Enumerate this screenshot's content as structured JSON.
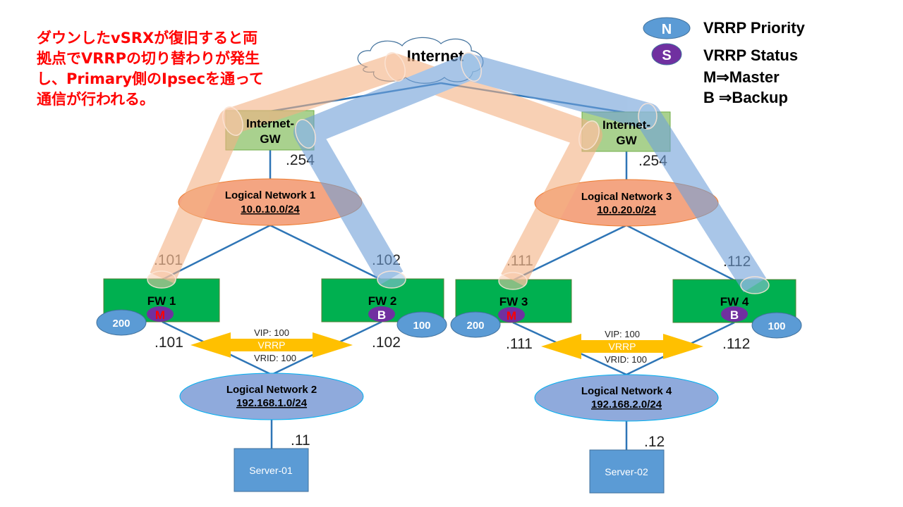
{
  "note": {
    "lines": [
      "ダウンしたvSRXが復旧すると両",
      "拠点でVRRPの切り替わりが発生",
      "し、Primary側のIpsecを通って",
      "通信が行われる。"
    ],
    "color": "#ff0000"
  },
  "legend": {
    "priority_badge": "N",
    "priority_label": "VRRP Priority",
    "status_badge": "S",
    "status_label": "VRRP Status",
    "master_label": "M⇒Master",
    "backup_label": "B ⇒Backup"
  },
  "internet": {
    "label": "Internet"
  },
  "sites": [
    {
      "gw": {
        "line1": "Internet-",
        "line2": "GW",
        "ip": ".254"
      },
      "upper_network": {
        "name": "Logical Network 1",
        "subnet": "10.0.10.0/24"
      },
      "fw_a": {
        "name": "FW 1",
        "status": "M",
        "priority": "200",
        "upper_ip": ".101",
        "lower_ip": ".101"
      },
      "fw_b": {
        "name": "FW 2",
        "status": "B",
        "priority": "100",
        "upper_ip": ".102",
        "lower_ip": ".102"
      },
      "vrrp": {
        "vip": "VIP: 100",
        "label": "VRRP",
        "vrid": "VRID: 100"
      },
      "lower_network": {
        "name": "Logical Network 2",
        "subnet": "192.168.1.0/24"
      },
      "server": {
        "name": "Server-01",
        "ip": ".11"
      }
    },
    {
      "gw": {
        "line1": "Internet-",
        "line2": "GW",
        "ip": ".254"
      },
      "upper_network": {
        "name": "Logical Network 3",
        "subnet": "10.0.20.0/24"
      },
      "fw_a": {
        "name": "FW 3",
        "status": "M",
        "priority": "200",
        "upper_ip": ".111",
        "lower_ip": ".111"
      },
      "fw_b": {
        "name": "FW 4",
        "status": "B",
        "priority": "100",
        "upper_ip": ".112",
        "lower_ip": ".112"
      },
      "vrrp": {
        "vip": "VIP: 100",
        "label": "VRRP",
        "vrid": "VRID: 100"
      },
      "lower_network": {
        "name": "Logical Network 4",
        "subnet": "192.168.2.0/24"
      },
      "server": {
        "name": "Server-02",
        "ip": ".12"
      }
    }
  ],
  "colors": {
    "fw": "#00b050",
    "gw": "#a9d18e",
    "priority": "#5b9bd5",
    "status": "#7030a0",
    "master_text": "#ff0000",
    "vrrp_arrow": "#ffc000",
    "upper_net": "#f4a582",
    "lower_net": "#8faadc",
    "server": "#5b9bd5",
    "tunnel_primary": "#f4b183",
    "tunnel_backup": "#6fa0d8"
  }
}
